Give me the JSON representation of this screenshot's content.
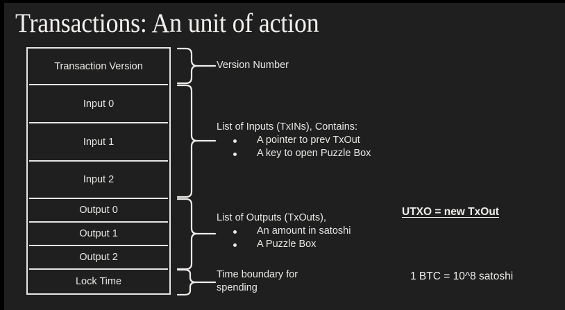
{
  "slide": {
    "title": "Transactions: An unit of action",
    "background_color": "#1f1f1f",
    "text_color": "#e9e7e4",
    "border_color": "#e8e6e4"
  },
  "structure_table": {
    "rows": [
      {
        "label": "Transaction Version",
        "group": "version"
      },
      {
        "label": "Input 0",
        "group": "inputs"
      },
      {
        "label": "Input 1",
        "group": "inputs"
      },
      {
        "label": "Input 2",
        "group": "inputs"
      },
      {
        "label": "Output 0",
        "group": "outputs"
      },
      {
        "label": "Output 1",
        "group": "outputs"
      },
      {
        "label": "Output 2",
        "group": "outputs"
      },
      {
        "label": "Lock Time",
        "group": "locktime"
      }
    ]
  },
  "annotations": [
    {
      "id": "version",
      "head": "Version Number",
      "bullets": []
    },
    {
      "id": "inputs",
      "head": "List of Inputs (TxINs), Contains:",
      "bullets": [
        "A pointer to prev TxOut",
        "A key to open Puzzle Box"
      ]
    },
    {
      "id": "outputs",
      "head": "List of Outputs (TxOuts),",
      "bullets": [
        "An amount in satoshi",
        "A Puzzle Box"
      ]
    },
    {
      "id": "locktime",
      "head_line1": "Time boundary for",
      "head_line2": "spending",
      "bullets": []
    }
  ],
  "side_notes": {
    "utxo": "UTXO = new TxOut",
    "btc": "1 BTC = 10^8 satoshi"
  }
}
